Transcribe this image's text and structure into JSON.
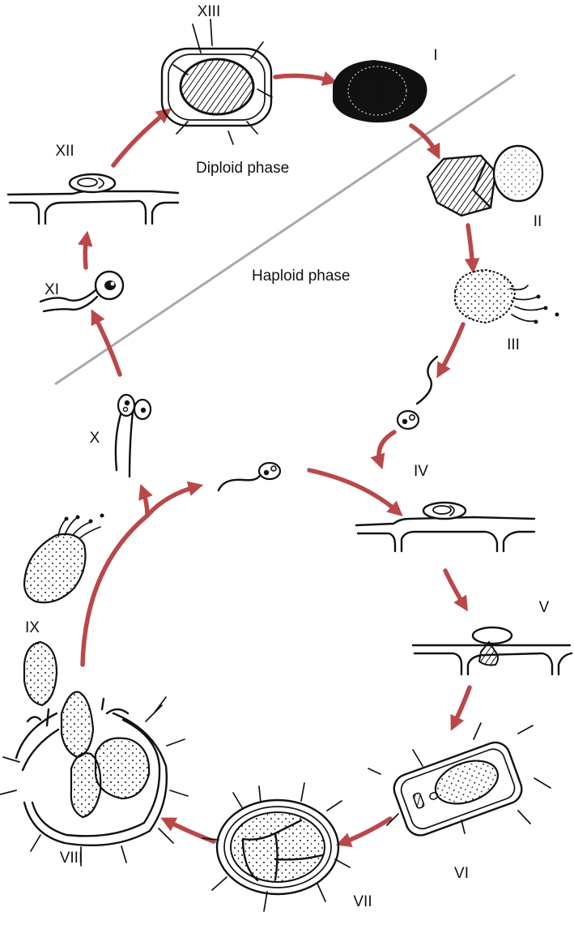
{
  "colors": {
    "arrow": "#b9484a",
    "divider": "#a9a9a9",
    "ink": "#111111"
  },
  "phases": {
    "diploid": "Diploid phase",
    "haploid": "Haploid phase"
  },
  "stages": {
    "s1": "I",
    "s2": "II",
    "s3": "III",
    "s4": "IV",
    "s5": "V",
    "s6": "VI",
    "s7": "VII",
    "s8": "VIII",
    "s9": "IX",
    "s10": "X",
    "s11": "XI",
    "s12": "XII",
    "s13": "XIII"
  }
}
